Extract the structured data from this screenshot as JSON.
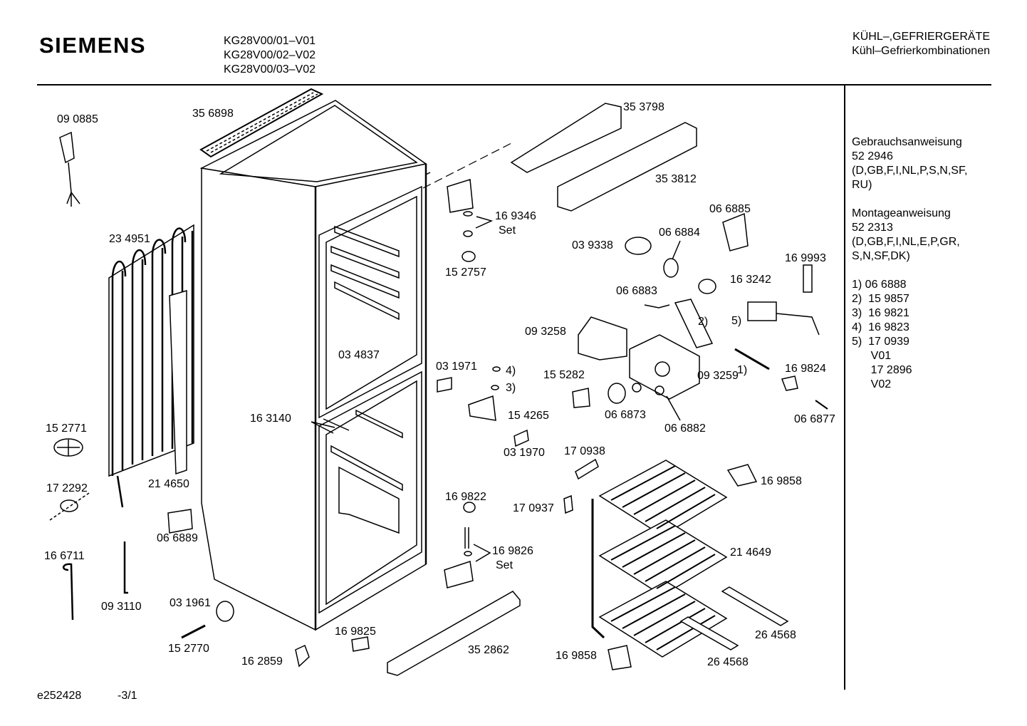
{
  "header": {
    "brand": "SIEMENS",
    "models": [
      "KG28V00/01–V01",
      "KG28V00/02–V02",
      "KG28V00/03–V02"
    ],
    "category": "KÜHL–,GEFRIERGERÄTE",
    "subcategory": "Kühl–Gefrierkombinationen"
  },
  "sidebar": {
    "manual1": [
      "Gebrauchsanweisung",
      "52 2946",
      "(D,GB,F,I,NL,P,S,N,SF,",
      "RU)"
    ],
    "manual2": [
      "Montageanweisung",
      "52 2313",
      "(D,GB,F,I,NL,E,P,GR,",
      "S,N,SF,DK)"
    ],
    "notes": [
      "1) 06 6888",
      "2)  15 9857",
      "3)  16 9821",
      "4)  16 9823",
      "5)  17 0939",
      "      V01",
      "      17 2896",
      "      V02"
    ]
  },
  "footer": {
    "drawing_id": "e252428",
    "page": "-3/1"
  },
  "parts": {
    "p090885": "09 0885",
    "p356898": "35 6898",
    "p353798": "35 3798",
    "p353812": "35 3812",
    "p169346": "16 9346",
    "set1": "Set",
    "p152757": "15 2757",
    "p066885": "06 6885",
    "p066884": "06 6884",
    "p039338": "03 9338",
    "p169993": "16 9993",
    "p163242": "16 3242",
    "p066883": "06 6883",
    "n2": "2)",
    "n5": "5)",
    "p234951": "23 4951",
    "p093258": "09 3258",
    "p034837": "03 4837",
    "p031971": "03 1971",
    "n4": "4)",
    "n3": "3)",
    "p155282": "15 5282",
    "n1": "1)",
    "p169824": "16 9824",
    "p093259": "09 3259",
    "p163140": "16 3140",
    "p154265": "15 4265",
    "p066873": "06 6873",
    "p066882": "06 6882",
    "p066877": "06 6877",
    "p152771": "15 2771",
    "p031970": "03 1970",
    "p170938": "17 0938",
    "p172292": "17 2292",
    "p214650": "21 4650",
    "p169858a": "16 9858",
    "p169822": "16 9822",
    "p170937": "17 0937",
    "p066889": "06 6889",
    "p166711": "16 6711",
    "p169826": "16 9826",
    "set2": "Set",
    "p214649": "21 4649",
    "p093110": "09 3110",
    "p031961": "03 1961",
    "p169825": "16 9825",
    "p352862": "35 2862",
    "p264568a": "26 4568",
    "p152770": "15 2770",
    "p162859": "16 2859",
    "p169858b": "16 9858",
    "p264568b": "26 4568"
  }
}
